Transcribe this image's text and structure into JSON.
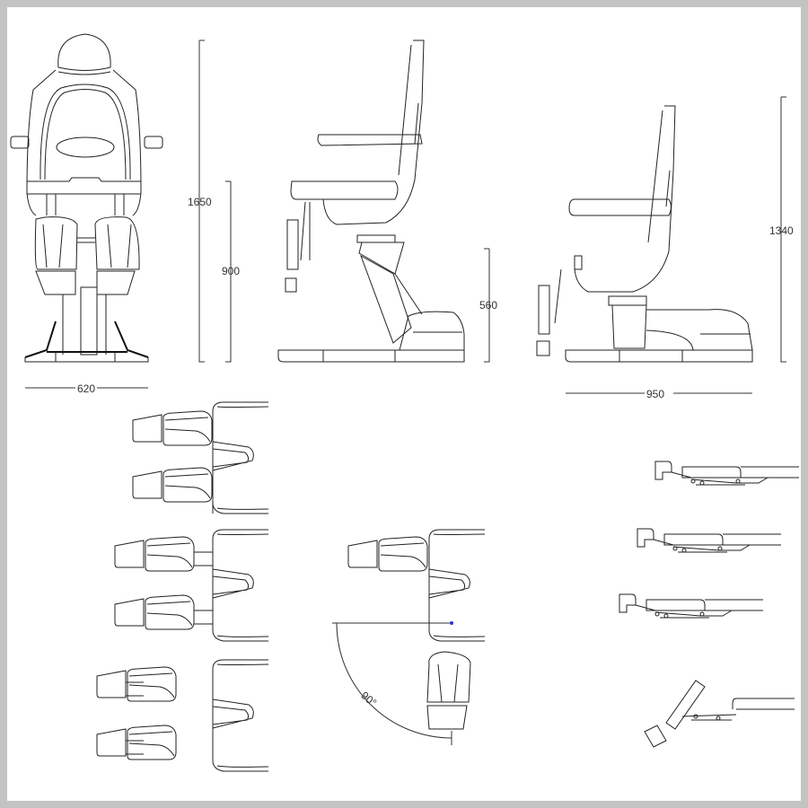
{
  "drawing": {
    "front_view": {
      "height_label": "1650",
      "seat_height_label": "900",
      "width_label": "620"
    },
    "side_view_upright": {
      "base_height_label": "560"
    },
    "side_view_raised": {
      "height_label": "1340",
      "length_label": "950"
    },
    "legrest_rotation": {
      "angle_label": "90°"
    },
    "accent_color": "#3333cc"
  }
}
